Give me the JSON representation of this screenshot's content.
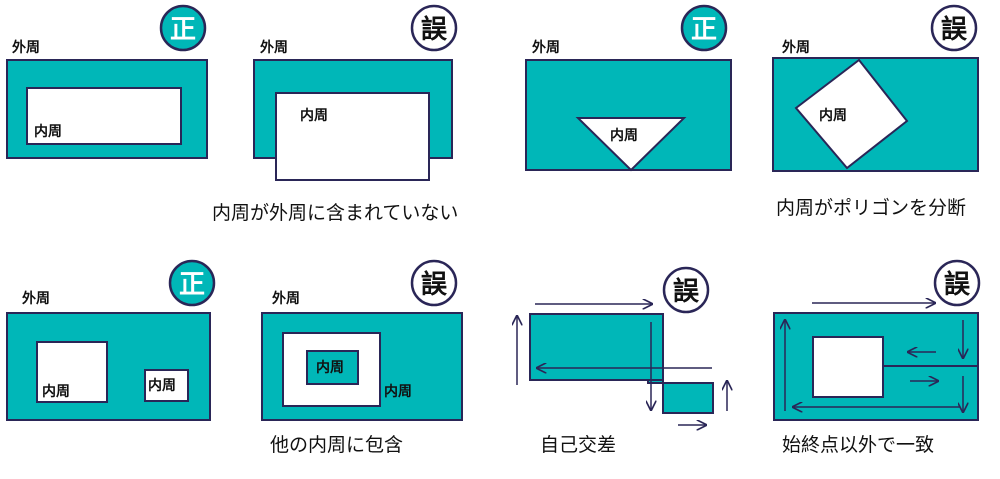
{
  "colors": {
    "teal": "#00B7B8",
    "stroke": "#2A2657",
    "white": "#FFFFFF"
  },
  "badges": {
    "correct": "正",
    "wrong": "誤"
  },
  "labels": {
    "outer": "外周",
    "inner": "内周"
  },
  "captions": {
    "not_contained": "内周が外周に含まれていない",
    "splits_polygon": "内周がポリゴンを分断",
    "contains_other_inner": "他の内周に包含",
    "self_intersection": "自己交差",
    "start_end_mismatch": "始終点以外で一致"
  }
}
